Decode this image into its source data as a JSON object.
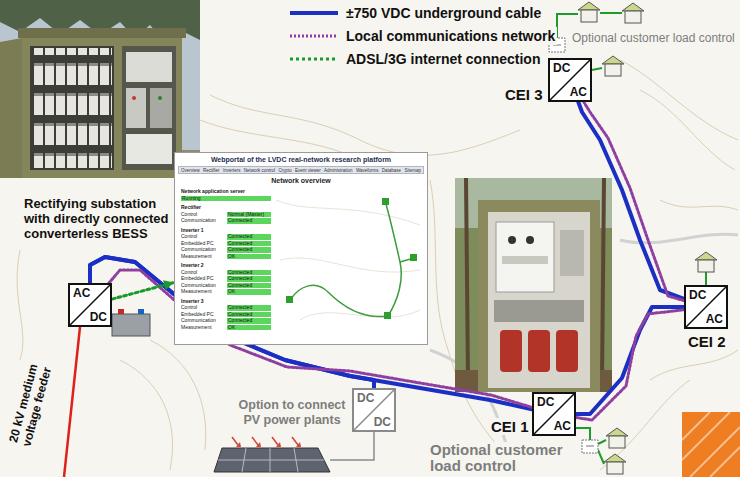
{
  "diagram": {
    "nodes": [
      {
        "text": [
          "AC",
          "DC"
        ]
      },
      {
        "text": [
          "Webportal of the LVDC real-network research platform",
          "Network overview"
        ]
      },
      {
        "text": [
          "DC",
          "DC"
        ]
      },
      {
        "text": [
          "CEI 1",
          "DC",
          "AC"
        ]
      },
      {
        "text": [
          "CEI 2",
          "DC",
          "AC"
        ]
      },
      {
        "text": [
          "CEI 3",
          "DC",
          "AC"
        ]
      }
    ],
    "edges": [
      {
        "from": 0,
        "to": 3,
        "arrow": "none"
      },
      {
        "from": 0,
        "to": 2,
        "arrow": "none"
      },
      {
        "from": 3,
        "to": 4,
        "arrow": "none"
      },
      {
        "from": 4,
        "to": 5,
        "arrow": "none"
      },
      {
        "from": 0,
        "to": 3,
        "arrow": "none"
      },
      {
        "from": 3,
        "to": 4,
        "arrow": "none"
      },
      {
        "from": 4,
        "to": 5,
        "arrow": "none"
      },
      {
        "from": 0,
        "to": 1,
        "arrow": "to"
      }
    ],
    "labels": [
      "Rectifying substation with directly connected converterless BESS",
      "20 kV medium voltage feeder",
      "Option to connect PV power plants",
      "Optional customer load control",
      "Optional customer load control",
      "Overview",
      "Rectifier",
      "Inverters",
      "Network control",
      "Crypto",
      "Event viewer",
      "Administration",
      "Waveforms",
      "Database",
      "Sitemap",
      "Network application server",
      "Running",
      "Rectifier",
      "Control",
      "Normal (Master)",
      "Communication",
      "Connected",
      "Inverter 1",
      "Control",
      "Connected",
      "Embedded PC",
      "Connected",
      "Communication",
      "Connected",
      "Measurement",
      "OK",
      "Inverter 2",
      "Control",
      "Connected",
      "Embedded PC",
      "Connected",
      "Communication",
      "Connected",
      "Measurement",
      "OK",
      "Inverter 3",
      "Control",
      "Connected",
      "Embedded PC",
      "Connected",
      "Communication",
      "Connected",
      "Measurement",
      "OK"
    ],
    "legend": [
      {
        "text": "±750 VDC underground cable"
      },
      {
        "text": "Local communications network"
      },
      {
        "text": "ADSL/3G internet connection"
      }
    ]
  }
}
